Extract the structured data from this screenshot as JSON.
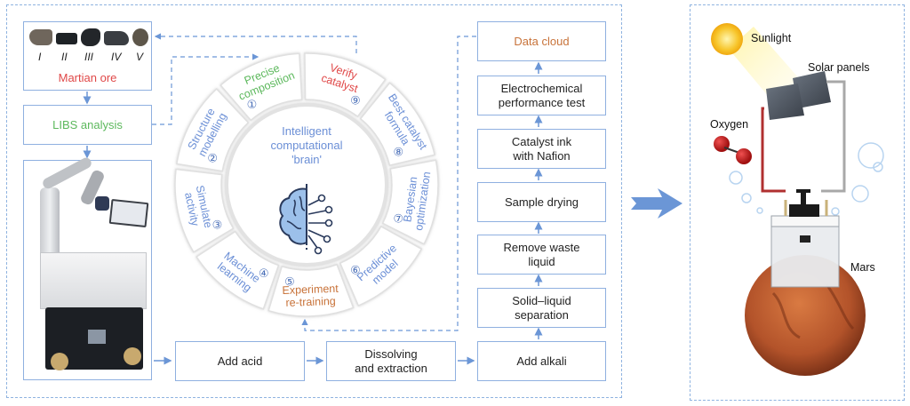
{
  "left_panel": {
    "ore_box": {
      "samples": [
        "I",
        "II",
        "III",
        "IV",
        "V"
      ],
      "label": "Martian ore"
    },
    "libs_box": {
      "label": "LIBS analysis"
    },
    "robot_box": {
      "description": "robot chemist platform"
    },
    "bottom_flow": [
      "Add acid",
      "Dissolving\nand extraction",
      "Add alkali"
    ],
    "right_flow": [
      "Solid–liquid separation",
      "Remove waste liquid",
      "Sample drying",
      "Catalyst ink with Nafion",
      "Electrochemical performance test",
      "Data cloud"
    ]
  },
  "brain_ring": {
    "center_label": "Intelligent computational 'brain'",
    "segments": [
      {
        "num": "①",
        "label": "Precise composition",
        "color": "#5cb85c"
      },
      {
        "num": "②",
        "label": "Structure modelling",
        "color": "#6b8fd6"
      },
      {
        "num": "③",
        "label": "Simulate activity",
        "color": "#6b8fd6"
      },
      {
        "num": "④",
        "label": "Machine learning",
        "color": "#6b8fd6"
      },
      {
        "num": "⑤",
        "label": "Experiment re-training",
        "color": "#c8733a"
      },
      {
        "num": "⑥",
        "label": "Predictive model",
        "color": "#6b8fd6"
      },
      {
        "num": "⑦",
        "label": "Bayesian optimization",
        "color": "#6b8fd6"
      },
      {
        "num": "⑧",
        "label": "Best catalyst formula",
        "color": "#6b8fd6"
      },
      {
        "num": "⑨",
        "label": "Verify catalyst",
        "color": "#e04848"
      }
    ]
  },
  "right_panel": {
    "sunlight": "Sunlight",
    "solar_panels": "Solar panels",
    "oxygen": "Oxygen",
    "mars": "Mars"
  },
  "colors": {
    "frame": "#8fb3e0",
    "box_border": "#8fb0e0",
    "arrow": "#6b96d6",
    "green": "#5cb85c",
    "red": "#e04848",
    "orange": "#c8733a",
    "blue_text": "#6b8fd6"
  }
}
